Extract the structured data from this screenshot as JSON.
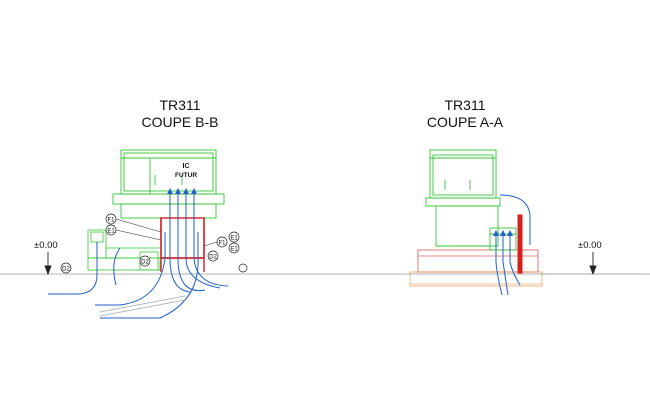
{
  "left_view": {
    "title_line1": "TR311",
    "title_line2": "COUPE B-B",
    "device_label_line1": "IC",
    "device_label_line2": "FUTUR",
    "level_label": "±0.00",
    "markers": {
      "f1_a": "F1",
      "e1_a": "E1",
      "f1_b": "F1",
      "e1_b": "E1",
      "d2_a": "D2",
      "d2_b": "D2",
      "d2_c": "D2",
      "e1_c": "E1"
    }
  },
  "right_view": {
    "title_line1": "TR311",
    "title_line2": "COUPE A-A",
    "level_label": "±0.00"
  },
  "colors": {
    "structure": "#34c634",
    "cable": "#1e5fd0",
    "frame": "#d62020",
    "ground": "#888888",
    "ink": "#222222"
  }
}
